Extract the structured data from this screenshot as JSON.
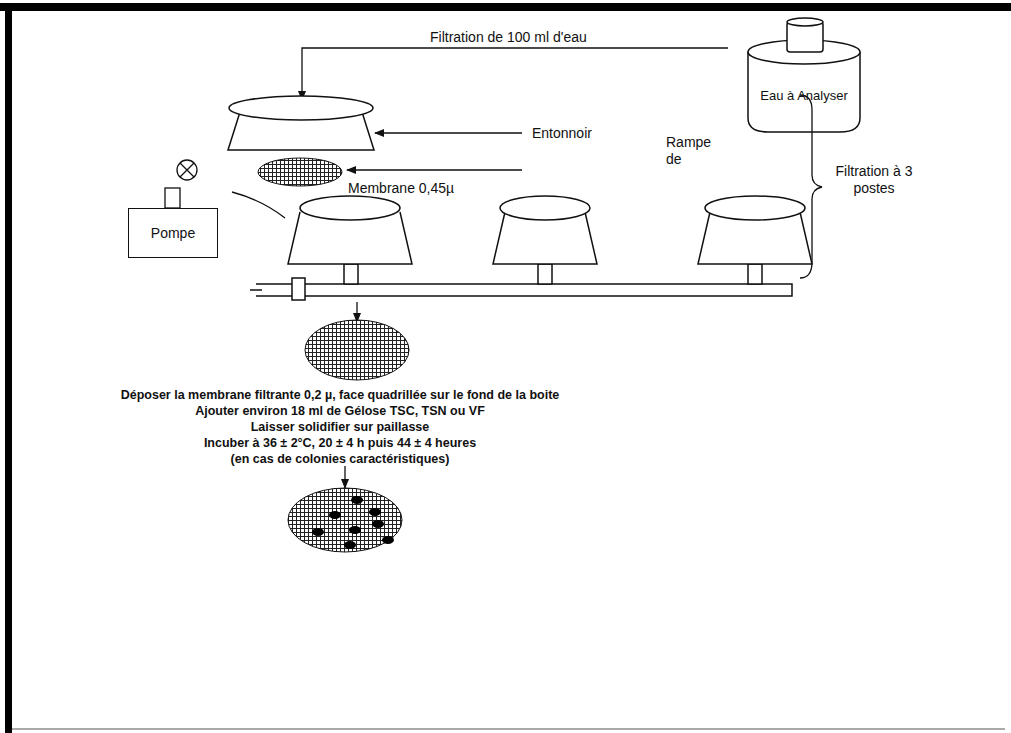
{
  "diagram": {
    "nodes": [
      {
        "text": [
          "Eau à Analyser"
        ]
      },
      {
        "text": [
          "Pompe"
        ]
      }
    ],
    "labels": [
      "Filtration de 100 ml d'eau",
      "Entonnoir",
      "Membrane 0,45µ",
      "Rampe de",
      "Filtration à 3 postes",
      "Déposer la membrane filtrante 0,2 µ, face quadrillée sur le fond de la boite",
      "Ajouter environ 18 ml de Gélose TSC, TSN ou VF",
      "Laisser solidifier sur paillasse",
      "Incuber à 36 ± 2°C, 20 ± 4 h puis 44  ± 4 heures",
      "(en cas de colonies caractéristiques)"
    ]
  }
}
